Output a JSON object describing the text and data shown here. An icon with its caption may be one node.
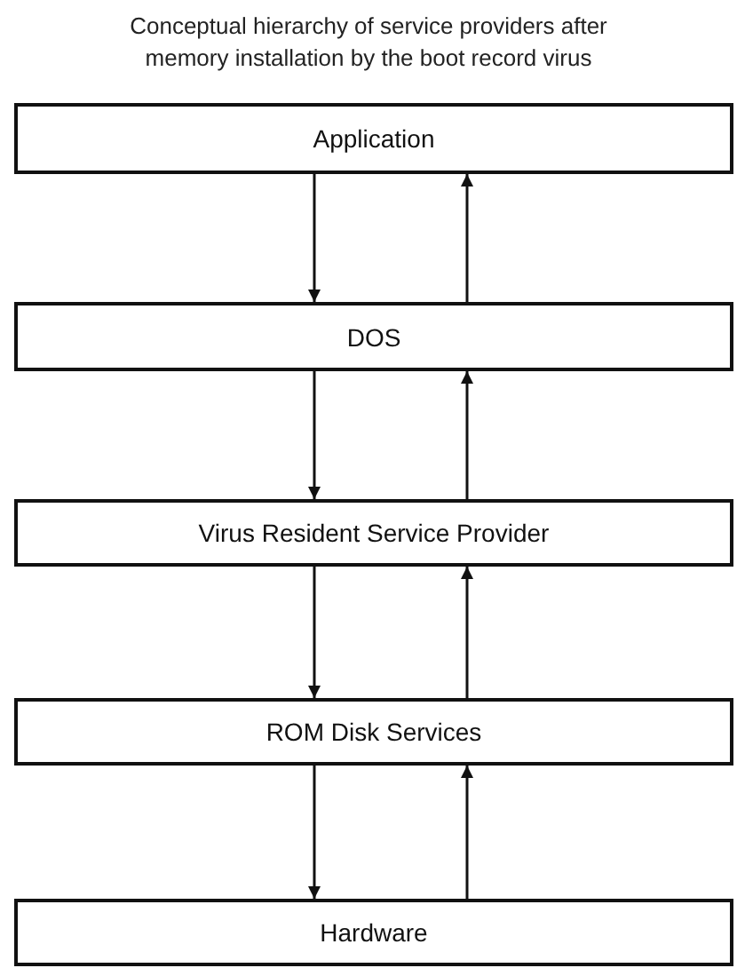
{
  "diagram": {
    "title": "Conceptual hierarchy of service providers after memory installation by the boot record virus",
    "nodes": [
      {
        "text": [
          "Application"
        ]
      },
      {
        "text": [
          "DOS"
        ]
      },
      {
        "text": [
          "Virus Resident Service Provider"
        ]
      },
      {
        "text": [
          "ROM Disk Services"
        ]
      },
      {
        "text": [
          "Hardware"
        ]
      }
    ],
    "edges": [
      {
        "from": 0,
        "to": 1,
        "arrow": "to"
      },
      {
        "from": 1,
        "to": 0,
        "arrow": "to"
      },
      {
        "from": 1,
        "to": 2,
        "arrow": "to"
      },
      {
        "from": 2,
        "to": 1,
        "arrow": "to"
      },
      {
        "from": 2,
        "to": 3,
        "arrow": "to"
      },
      {
        "from": 3,
        "to": 2,
        "arrow": "to"
      },
      {
        "from": 3,
        "to": 4,
        "arrow": "to"
      },
      {
        "from": 4,
        "to": 3,
        "arrow": "to"
      }
    ]
  }
}
